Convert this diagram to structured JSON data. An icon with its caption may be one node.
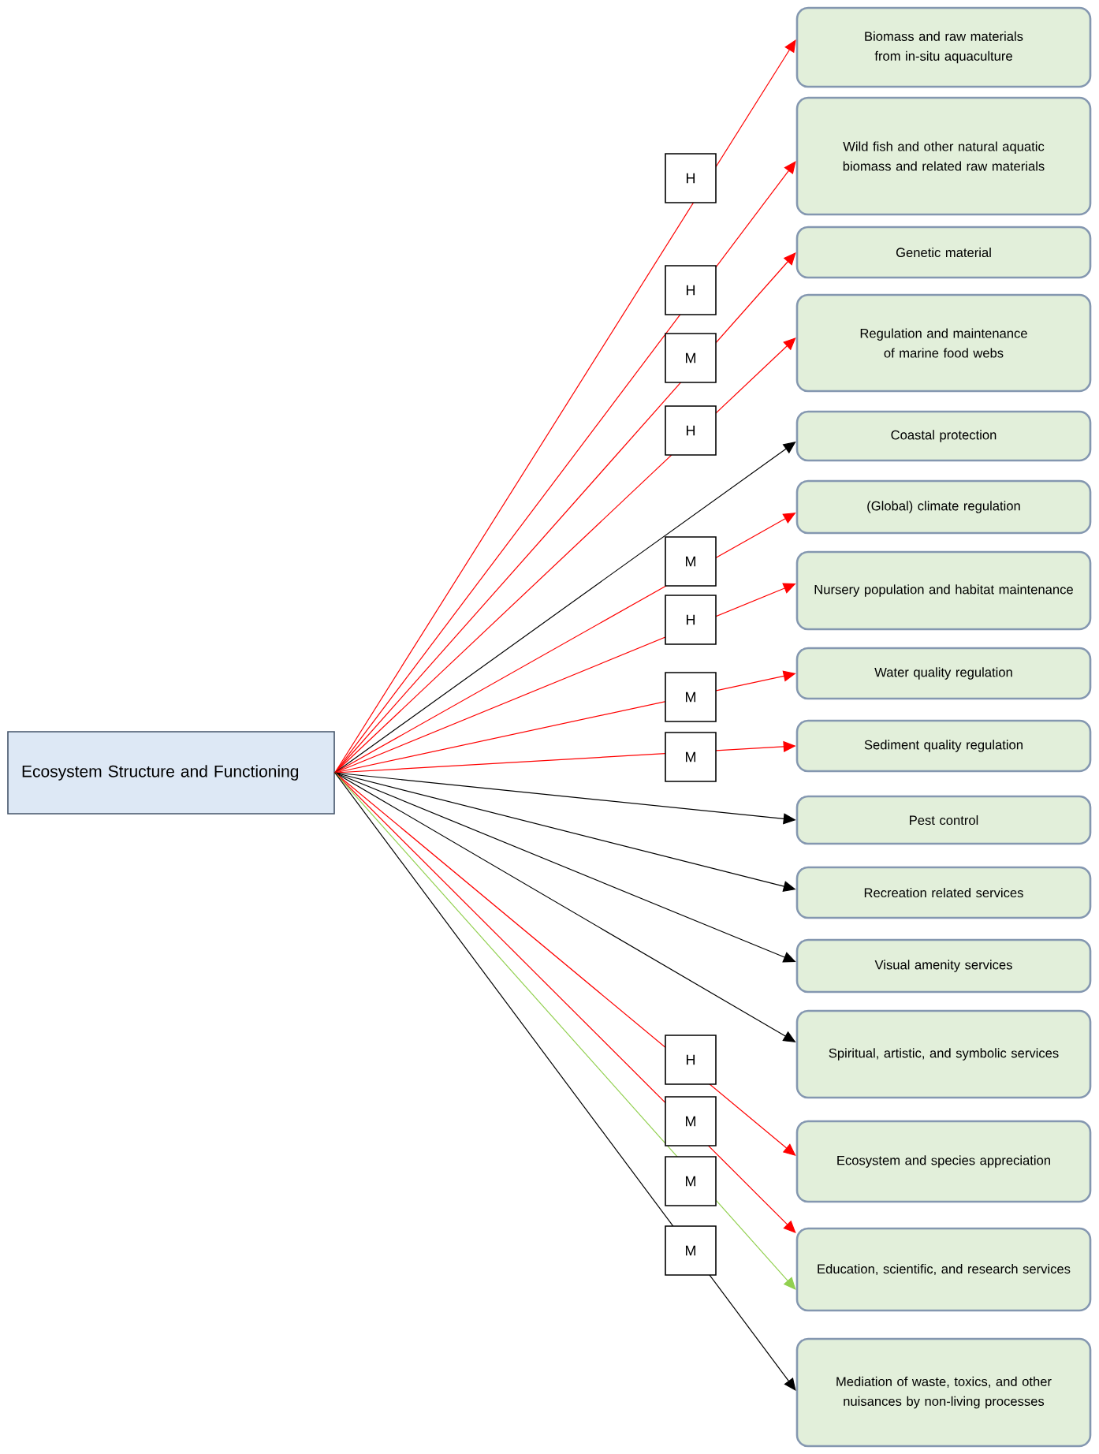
{
  "diagram": {
    "nodes": [
      {
        "text": [
          "Ecosystem Structure and Functioning"
        ]
      },
      {
        "text": [
          "Biomass and raw materials from in-situ aquaculture"
        ]
      },
      {
        "text": [
          "Wild fish and other natural aquatic biomass and related raw materials"
        ]
      },
      {
        "text": [
          "Genetic material"
        ]
      },
      {
        "text": [
          "Regulation and maintenance of marine food webs"
        ]
      },
      {
        "text": [
          "Coastal protection"
        ]
      },
      {
        "text": [
          "(Global) climate regulation"
        ]
      },
      {
        "text": [
          "Nursery population and habitat maintenance"
        ]
      },
      {
        "text": [
          "Water quality regulation"
        ]
      },
      {
        "text": [
          "Sediment quality regulation"
        ]
      },
      {
        "text": [
          "Pest control"
        ]
      },
      {
        "text": [
          "Recreation related services"
        ]
      },
      {
        "text": [
          "Visual amenity services"
        ]
      },
      {
        "text": [
          "Spiritual, artistic, and symbolic services"
        ]
      },
      {
        "text": [
          "Ecosystem and species appreciation"
        ]
      },
      {
        "text": [
          "Education, scientific, and research services"
        ]
      },
      {
        "text": [
          "Mediation of waste, toxics, and other nuisances by non-living processes"
        ]
      }
    ],
    "edges": [
      {
        "from": 0,
        "to": 1,
        "arrow": "to",
        "label": "H"
      },
      {
        "from": 0,
        "to": 2,
        "arrow": "to",
        "label": "H"
      },
      {
        "from": 0,
        "to": 3,
        "arrow": "to",
        "label": "M"
      },
      {
        "from": 0,
        "to": 4,
        "arrow": "to",
        "label": "H"
      },
      {
        "from": 0,
        "to": 5,
        "arrow": "to",
        "color": "#000000"
      },
      {
        "from": 0,
        "to": 6,
        "arrow": "to",
        "label": "M"
      },
      {
        "from": 0,
        "to": 7,
        "arrow": "to",
        "label": "H"
      },
      {
        "from": 0,
        "to": 8,
        "arrow": "to",
        "label": "M"
      },
      {
        "from": 0,
        "to": 9,
        "arrow": "to",
        "label": "M"
      },
      {
        "from": 0,
        "to": 10,
        "arrow": "to",
        "color": "#000000"
      },
      {
        "from": 0,
        "to": 11,
        "arrow": "to",
        "color": "#000000"
      },
      {
        "from": 0,
        "to": 12,
        "arrow": "to",
        "color": "#000000"
      },
      {
        "from": 0,
        "to": 13,
        "arrow": "to",
        "color": "#000000"
      },
      {
        "from": 0,
        "to": 14,
        "arrow": "to",
        "label": "H"
      },
      {
        "from": 0,
        "to": 15,
        "arrow": "to",
        "label": "M"
      },
      {
        "from": 0,
        "to": 15,
        "arrow": "to",
        "label": "M",
        "color": "#92d050"
      },
      {
        "from": 0,
        "to": 16,
        "arrow": "to",
        "label": "M",
        "color": "#000000"
      }
    ]
  }
}
